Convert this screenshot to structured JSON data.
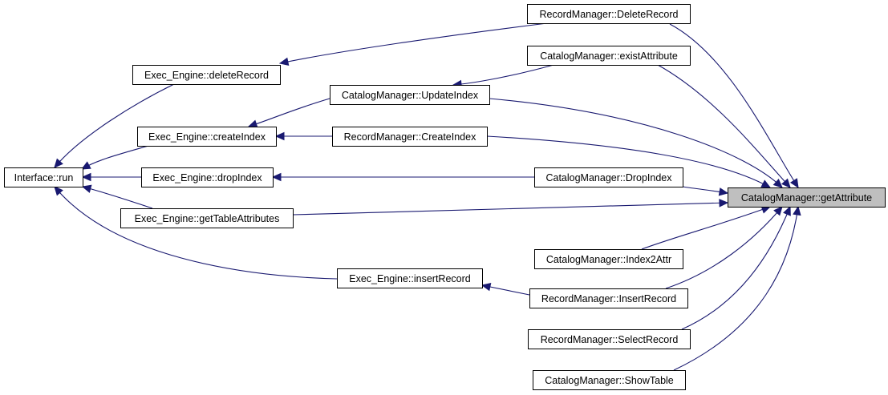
{
  "nodes": {
    "interface_run": "Interface::run",
    "exec_deleteRecord": "Exec_Engine::deleteRecord",
    "exec_createIndex": "Exec_Engine::createIndex",
    "exec_dropIndex": "Exec_Engine::dropIndex",
    "exec_getTableAttributes": "Exec_Engine::getTableAttributes",
    "exec_insertRecord": "Exec_Engine::insertRecord",
    "catalog_updateIndex": "CatalogManager::UpdateIndex",
    "record_createIndex": "RecordManager::CreateIndex",
    "record_deleteRecord": "RecordManager::DeleteRecord",
    "catalog_existAttribute": "CatalogManager::existAttribute",
    "catalog_dropIndex": "CatalogManager::DropIndex",
    "catalog_index2Attr": "CatalogManager::Index2Attr",
    "record_insertRecord": "RecordManager::InsertRecord",
    "record_selectRecord": "RecordManager::SelectRecord",
    "catalog_showTable": "CatalogManager::ShowTable",
    "catalog_getAttribute": "CatalogManager::getAttribute"
  },
  "edges": [
    {
      "from": "exec_deleteRecord",
      "to": "interface_run"
    },
    {
      "from": "exec_createIndex",
      "to": "interface_run"
    },
    {
      "from": "exec_dropIndex",
      "to": "interface_run"
    },
    {
      "from": "exec_getTableAttributes",
      "to": "interface_run"
    },
    {
      "from": "exec_insertRecord",
      "to": "interface_run"
    },
    {
      "from": "record_deleteRecord",
      "to": "exec_deleteRecord"
    },
    {
      "from": "catalog_updateIndex",
      "to": "exec_createIndex"
    },
    {
      "from": "record_createIndex",
      "to": "exec_createIndex"
    },
    {
      "from": "catalog_dropIndex",
      "to": "exec_dropIndex"
    },
    {
      "from": "catalog_getAttribute",
      "to": "exec_getTableAttributes"
    },
    {
      "from": "record_insertRecord",
      "to": "exec_insertRecord"
    },
    {
      "from": "catalog_existAttribute",
      "to": "catalog_updateIndex"
    },
    {
      "from": "catalog_getAttribute",
      "to": "record_deleteRecord"
    },
    {
      "from": "catalog_getAttribute",
      "to": "catalog_existAttribute"
    },
    {
      "from": "catalog_getAttribute",
      "to": "catalog_updateIndex"
    },
    {
      "from": "catalog_getAttribute",
      "to": "record_createIndex"
    },
    {
      "from": "catalog_getAttribute",
      "to": "catalog_dropIndex"
    },
    {
      "from": "catalog_getAttribute",
      "to": "catalog_index2Attr"
    },
    {
      "from": "catalog_getAttribute",
      "to": "record_insertRecord"
    },
    {
      "from": "catalog_getAttribute",
      "to": "record_selectRecord"
    },
    {
      "from": "catalog_getAttribute",
      "to": "catalog_showTable"
    }
  ],
  "focus_node": "catalog_getAttribute",
  "colors": {
    "edge": "#191970",
    "node_border": "#000000",
    "node_fill": "#ffffff",
    "focus_fill": "#bfbfbf"
  }
}
